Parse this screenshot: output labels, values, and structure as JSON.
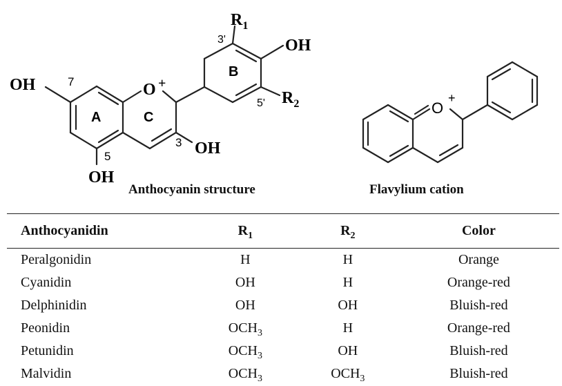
{
  "anthocyanin": {
    "labels": {
      "oh_left": "OH",
      "pos7": "7",
      "ring_a": "A",
      "ring_c": "C",
      "o_plus": "O",
      "plus": "+",
      "pos5": "5",
      "oh_bottom": "OH",
      "pos3": "3",
      "oh_pos3": "OH",
      "r1": "R",
      "r1_sub": "1",
      "pos3p": "3'",
      "ring_b": "B",
      "oh_ring_b": "OH",
      "pos5p": "5'",
      "r2": "R",
      "r2_sub": "2"
    },
    "caption": "Anthocyanin structure"
  },
  "flavylium": {
    "o_label": "O",
    "plus": "+",
    "caption": "Flavylium cation"
  },
  "table": {
    "headers": {
      "anthocyanidin": "Anthocyanidin",
      "r1": {
        "main": "R",
        "sub": "1"
      },
      "r2": {
        "main": "R",
        "sub": "2"
      },
      "color": "Color"
    },
    "rows": [
      {
        "name": "Peralgonidin",
        "r1": {
          "main": "H",
          "sub": ""
        },
        "r2": {
          "main": "H",
          "sub": ""
        },
        "color": "Orange"
      },
      {
        "name": "Cyanidin",
        "r1": {
          "main": "OH",
          "sub": ""
        },
        "r2": {
          "main": "H",
          "sub": ""
        },
        "color": "Orange-red"
      },
      {
        "name": "Delphinidin",
        "r1": {
          "main": "OH",
          "sub": ""
        },
        "r2": {
          "main": "OH",
          "sub": ""
        },
        "color": "Bluish-red"
      },
      {
        "name": "Peonidin",
        "r1": {
          "main": "OCH",
          "sub": "3"
        },
        "r2": {
          "main": "H",
          "sub": ""
        },
        "color": "Orange-red"
      },
      {
        "name": "Petunidin",
        "r1": {
          "main": "OCH",
          "sub": "3"
        },
        "r2": {
          "main": "OH",
          "sub": ""
        },
        "color": "Bluish-red"
      },
      {
        "name": "Malvidin",
        "r1": {
          "main": "OCH",
          "sub": "3"
        },
        "r2": {
          "main": "OCH",
          "sub": "3"
        },
        "color": "Bluish-red"
      }
    ]
  }
}
